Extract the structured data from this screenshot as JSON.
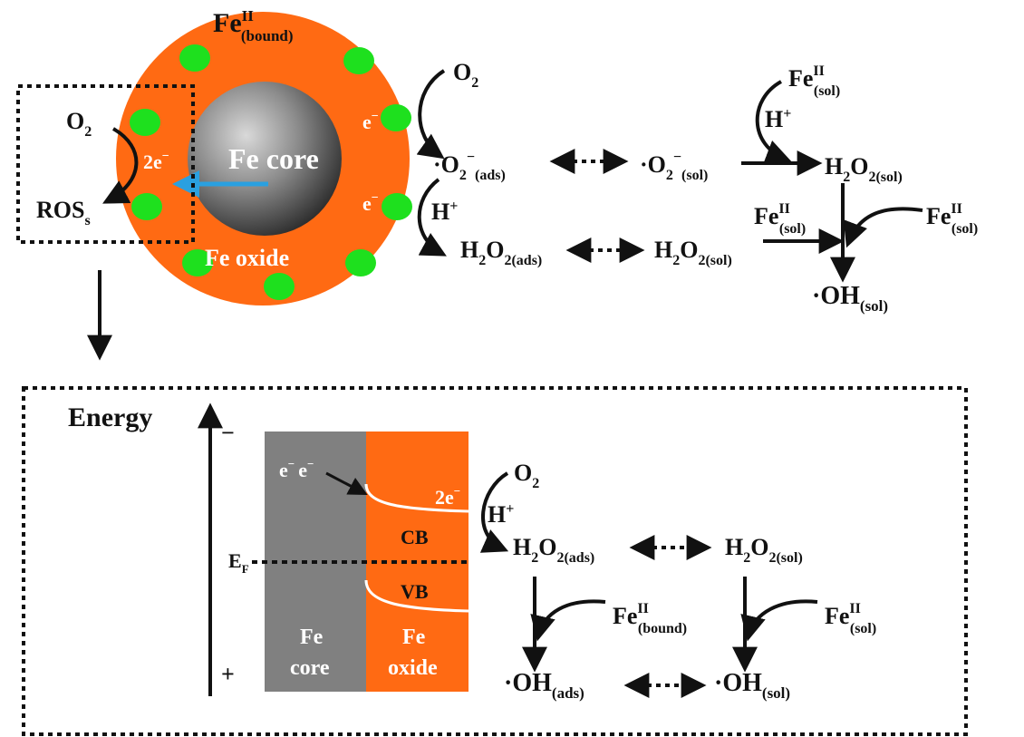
{
  "top": {
    "fe_bound": {
      "main": "Fe",
      "sup": "II",
      "sub": "(bound)"
    },
    "box_o2": {
      "main": "O",
      "sub": "2"
    },
    "box_2e": "2e",
    "box_2e_sup": "−",
    "box_ros": {
      "main": "ROS",
      "sub": "s"
    },
    "core_label": "Fe core",
    "oxide_label": "Fe oxide",
    "e_upper": "e",
    "e_lower": "e",
    "e_sup": "−",
    "o2_in": {
      "main": "O",
      "sub": "2"
    },
    "o2_ads": {
      "dot": "·",
      "main": "O",
      "sub1": "2",
      "sup": "−",
      "sub2": "(ads)"
    },
    "o2_sol": {
      "dot": "·",
      "main": "O",
      "sub1": "2",
      "sup": "−",
      "sub2": "(sol)"
    },
    "h_plus_1": {
      "main": "H",
      "sup": "+"
    },
    "h2o2_ads": {
      "main": "H",
      "s1": "2",
      "mid": "O",
      "s2": "2(ads)"
    },
    "h2o2_sol": {
      "main": "H",
      "s1": "2",
      "mid": "O",
      "s2": "2(sol)"
    },
    "fe_sol_top": {
      "main": "Fe",
      "sup": "II",
      "sub": "(sol)"
    },
    "h_plus_2": {
      "main": "H",
      "sup": "+"
    },
    "h2o2_sol_right": {
      "main": "H",
      "s1": "2",
      "mid": "O",
      "s2": "2(sol)"
    },
    "fe_sol_left": {
      "main": "Fe",
      "sup": "II",
      "sub": "(sol)"
    },
    "fe_sol_right": {
      "main": "Fe",
      "sup": "II",
      "sub": "(sol)"
    },
    "oh_sol": {
      "dot": "·",
      "main": "OH",
      "sub": "(sol)"
    }
  },
  "bottom": {
    "energy": "Energy",
    "minus": "−",
    "plus": "+",
    "ef": {
      "main": "E",
      "sub": "F"
    },
    "e_pair": "e",
    "e_pair_sup": "−",
    "cb": "CB",
    "vb": "VB",
    "two_e": "2e",
    "two_e_sup": "−",
    "core_l1": "Fe",
    "core_l2": "core",
    "oxide_l1": "Fe",
    "oxide_l2": "oxide",
    "o2": {
      "main": "O",
      "sub": "2"
    },
    "h_plus": {
      "main": "H",
      "sup": "+"
    },
    "h2o2_ads": {
      "main": "H",
      "s1": "2",
      "mid": "O",
      "s2": "2(ads)"
    },
    "h2o2_sol": {
      "main": "H",
      "s1": "2",
      "mid": "O",
      "s2": "2(sol)"
    },
    "fe_bound": {
      "main": "Fe",
      "sup": "II",
      "sub": "(bound)"
    },
    "fe_sol": {
      "main": "Fe",
      "sup": "II",
      "sub": "(sol)"
    },
    "oh_ads": {
      "dot": "·",
      "main": "OH",
      "sub": "(ads)"
    },
    "oh_sol": {
      "dot": "·",
      "main": "OH",
      "sub": "(sol)"
    }
  },
  "colors": {
    "oxide": "#ff6a13",
    "core": "#808080",
    "bound_site": "#1ee01e",
    "electron_arrow": "#2aa0e0",
    "ink": "#111111"
  }
}
